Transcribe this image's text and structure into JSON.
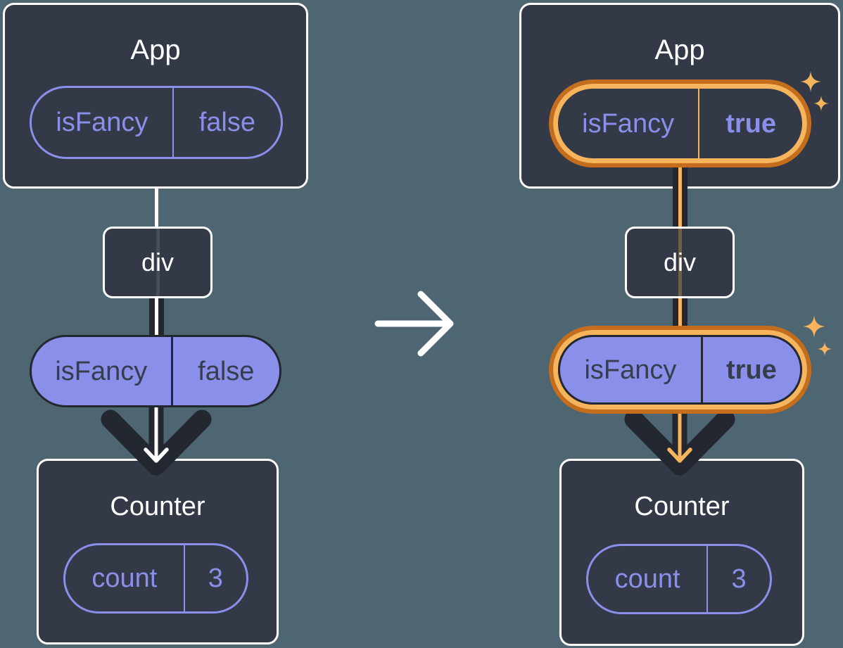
{
  "colors": {
    "background": "#4d6671",
    "card": "#333947",
    "ink": "#23272f",
    "purple": "#8a90ea",
    "pill_text_dark": "#363d4b",
    "orange_dark": "#c46d1d",
    "orange_light": "#f6b45c",
    "white": "#ffffff"
  },
  "before": {
    "app": {
      "title": "App",
      "prop_name": "isFancy",
      "prop_value": "false"
    },
    "div_label": "div",
    "passed_prop": {
      "name": "isFancy",
      "value": "false"
    },
    "counter": {
      "title": "Counter",
      "state_name": "count",
      "state_value": "3"
    }
  },
  "after": {
    "app": {
      "title": "App",
      "prop_name": "isFancy",
      "prop_value": "true"
    },
    "div_label": "div",
    "passed_prop": {
      "name": "isFancy",
      "value": "true"
    },
    "counter": {
      "title": "Counter",
      "state_name": "count",
      "state_value": "3"
    }
  }
}
